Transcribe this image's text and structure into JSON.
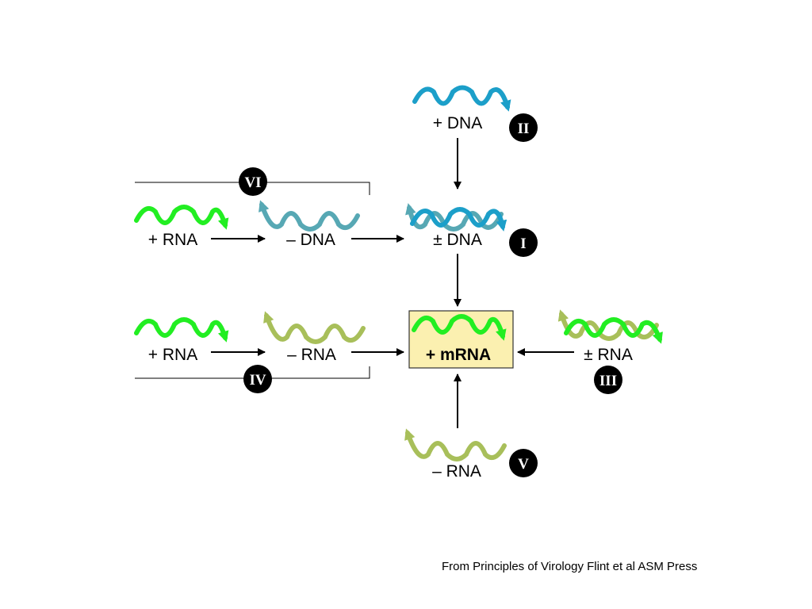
{
  "colors": {
    "plus_rna": "#22ee22",
    "minus_rna": "#a8bf5a",
    "plus_dna": "#1c9fc9",
    "minus_dna": "#57a8b4",
    "mrna_box_fill": "#fbf0b0",
    "mrna_box_border": "#333333",
    "badge_fill": "#000000",
    "arrow": "#000000"
  },
  "labels": {
    "plus_dna": "+ DNA",
    "ds_dna": "± DNA",
    "vi_plus_rna": "+ RNA",
    "vi_minus_dna": "– DNA",
    "iv_plus_rna": "+ RNA",
    "iv_minus_rna": "– RNA",
    "mrna": "+ mRNA",
    "ds_rna": "± RNA",
    "v_minus_rna": "– RNA"
  },
  "classes": {
    "I": "I",
    "II": "II",
    "III": "III",
    "IV": "IV",
    "V": "V",
    "VI": "VI"
  },
  "credit": "From Principles of Virology Flint et al ASM Press"
}
